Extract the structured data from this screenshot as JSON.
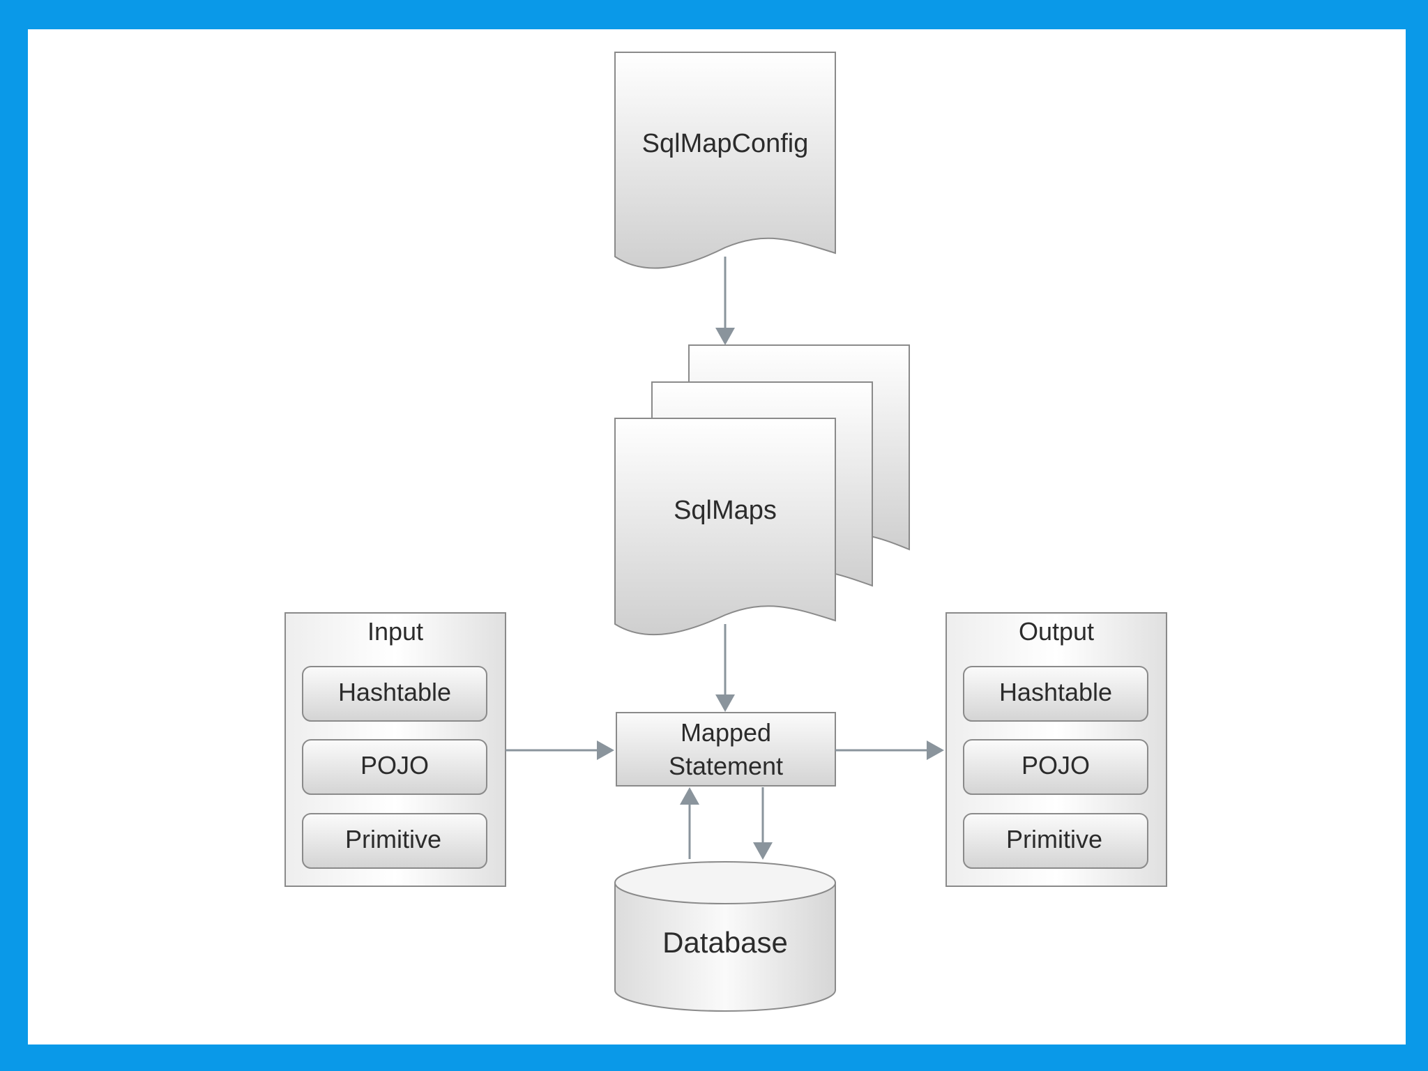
{
  "colors": {
    "frame": "#0a99e8",
    "canvas": "#ffffff",
    "stroke": "#7f7f7f",
    "arrow": "#8a949c",
    "text": "#2b2b2b"
  },
  "nodes": {
    "config": {
      "label": "SqlMapConfig"
    },
    "maps": {
      "label": "SqlMaps"
    },
    "statement": {
      "line1": "Mapped",
      "line2": "Statement"
    },
    "database": {
      "label": "Database"
    },
    "input": {
      "title": "Input",
      "items": [
        "Hashtable",
        "POJO",
        "Primitive"
      ]
    },
    "output": {
      "title": "Output",
      "items": [
        "Hashtable",
        "POJO",
        "Primitive"
      ]
    }
  }
}
